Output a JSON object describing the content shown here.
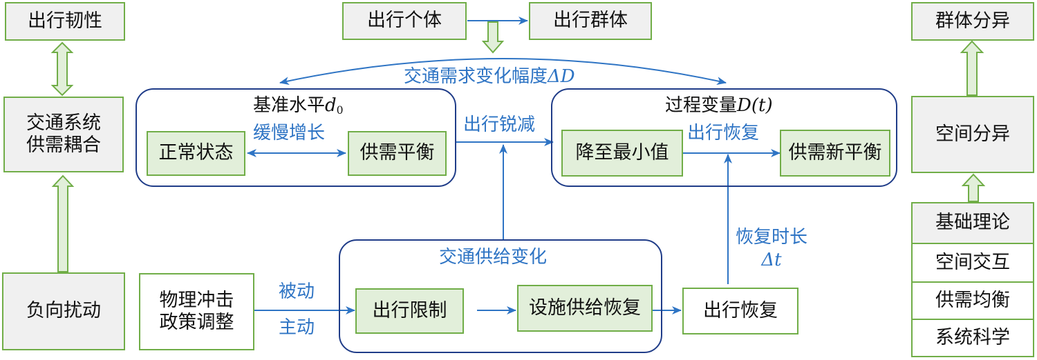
{
  "left_column": {
    "top": "出行韧性",
    "middle_line1": "交通系统",
    "middle_line2": "供需耦合",
    "bottom": "负向扰动"
  },
  "top_row": {
    "individual": "出行个体",
    "group": "出行群体"
  },
  "demand_change_label": {
    "text": "交通需求变化幅度",
    "symbol": "ΔD"
  },
  "baseline_group": {
    "title": "基准水平",
    "symbol": "d",
    "subscript": "0",
    "left_box": "正常状态",
    "right_box": "供需平衡",
    "arrow_label": "缓慢增长"
  },
  "process_group": {
    "title": "过程变量",
    "symbol": "D(t)",
    "left_box": "降至最小值",
    "right_box": "供需新平衡",
    "arrow_label": "出行恢复"
  },
  "sharp_drop_label": "出行锐减",
  "supply_group": {
    "title": "交通供给变化",
    "left_box": "出行限制",
    "right_box": "设施供给恢复"
  },
  "shock_box": {
    "line1": "物理冲击",
    "line2": "政策调整"
  },
  "passive_label": "被动",
  "active_label": "主动",
  "travel_recovery_box": "出行恢复",
  "recovery_duration": {
    "text": "恢复时长",
    "symbol": "Δt"
  },
  "right_column": {
    "top": "群体分异",
    "middle": "空间分异",
    "theory_header": "基础理论",
    "theory_items": [
      "空间交互",
      "供需均衡",
      "系统科学"
    ]
  },
  "colors": {
    "box_border": "#70ad47",
    "gray_fill": "#f0f0f0",
    "green_fill": "#e2efda",
    "group_border": "#1f3c88",
    "arrow_blue": "#2e74c4"
  }
}
